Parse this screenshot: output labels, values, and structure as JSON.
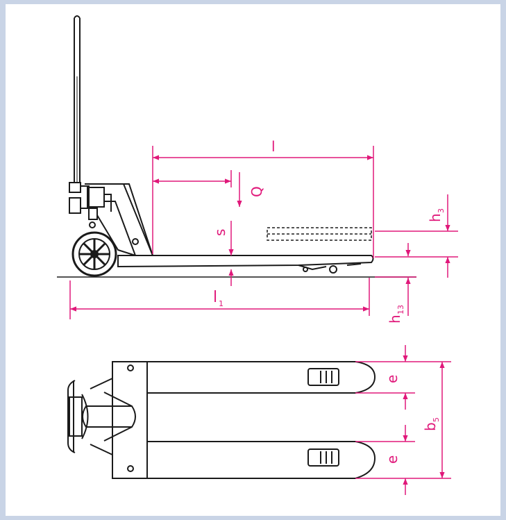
{
  "diagram": {
    "colors": {
      "background": "#c9d4e6",
      "panel": "#ffffff",
      "ink": "#1a1a1a",
      "dimension": "#e0187a"
    },
    "side_view": {
      "labels": {
        "fork_length": "l",
        "load": "Q",
        "lift_stroke": "s",
        "overall_length": "l",
        "overall_length_sub": "1",
        "lift_height": "h",
        "lift_height_sub": "3",
        "lowered_height": "h",
        "lowered_height_sub": "13"
      }
    },
    "top_view": {
      "labels": {
        "fork_width_top": "e",
        "fork_width_bottom": "e",
        "overall_width": "b",
        "overall_width_sub": "5"
      }
    }
  }
}
